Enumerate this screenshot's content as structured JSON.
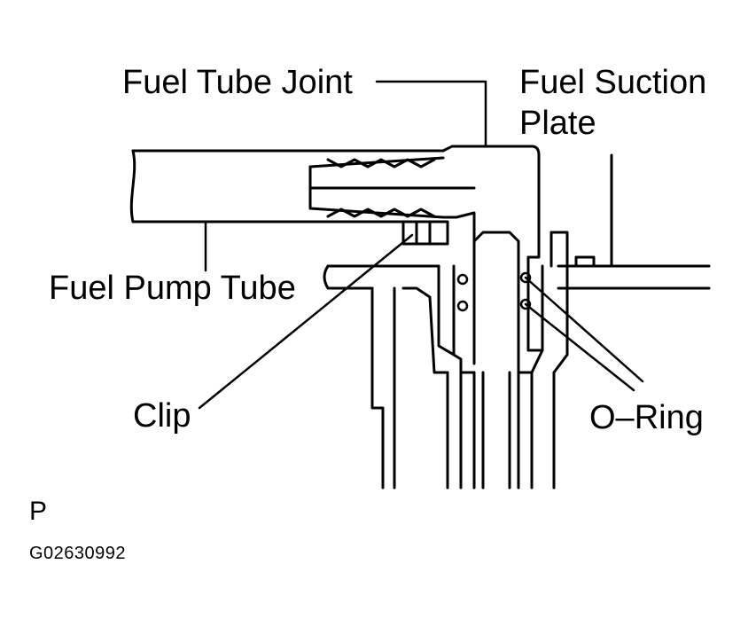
{
  "labels": {
    "fuel_tube_joint": "Fuel Tube Joint",
    "fuel_suction_plate_line1": "Fuel Suction",
    "fuel_suction_plate_line2": "Plate",
    "fuel_pump_tube": "Fuel Pump Tube",
    "clip": "Clip",
    "o_ring": "O–Ring"
  },
  "view_letter": "P",
  "figure_code": "G02630992",
  "colors": {
    "ink": "#000000",
    "paper": "#ffffff"
  }
}
